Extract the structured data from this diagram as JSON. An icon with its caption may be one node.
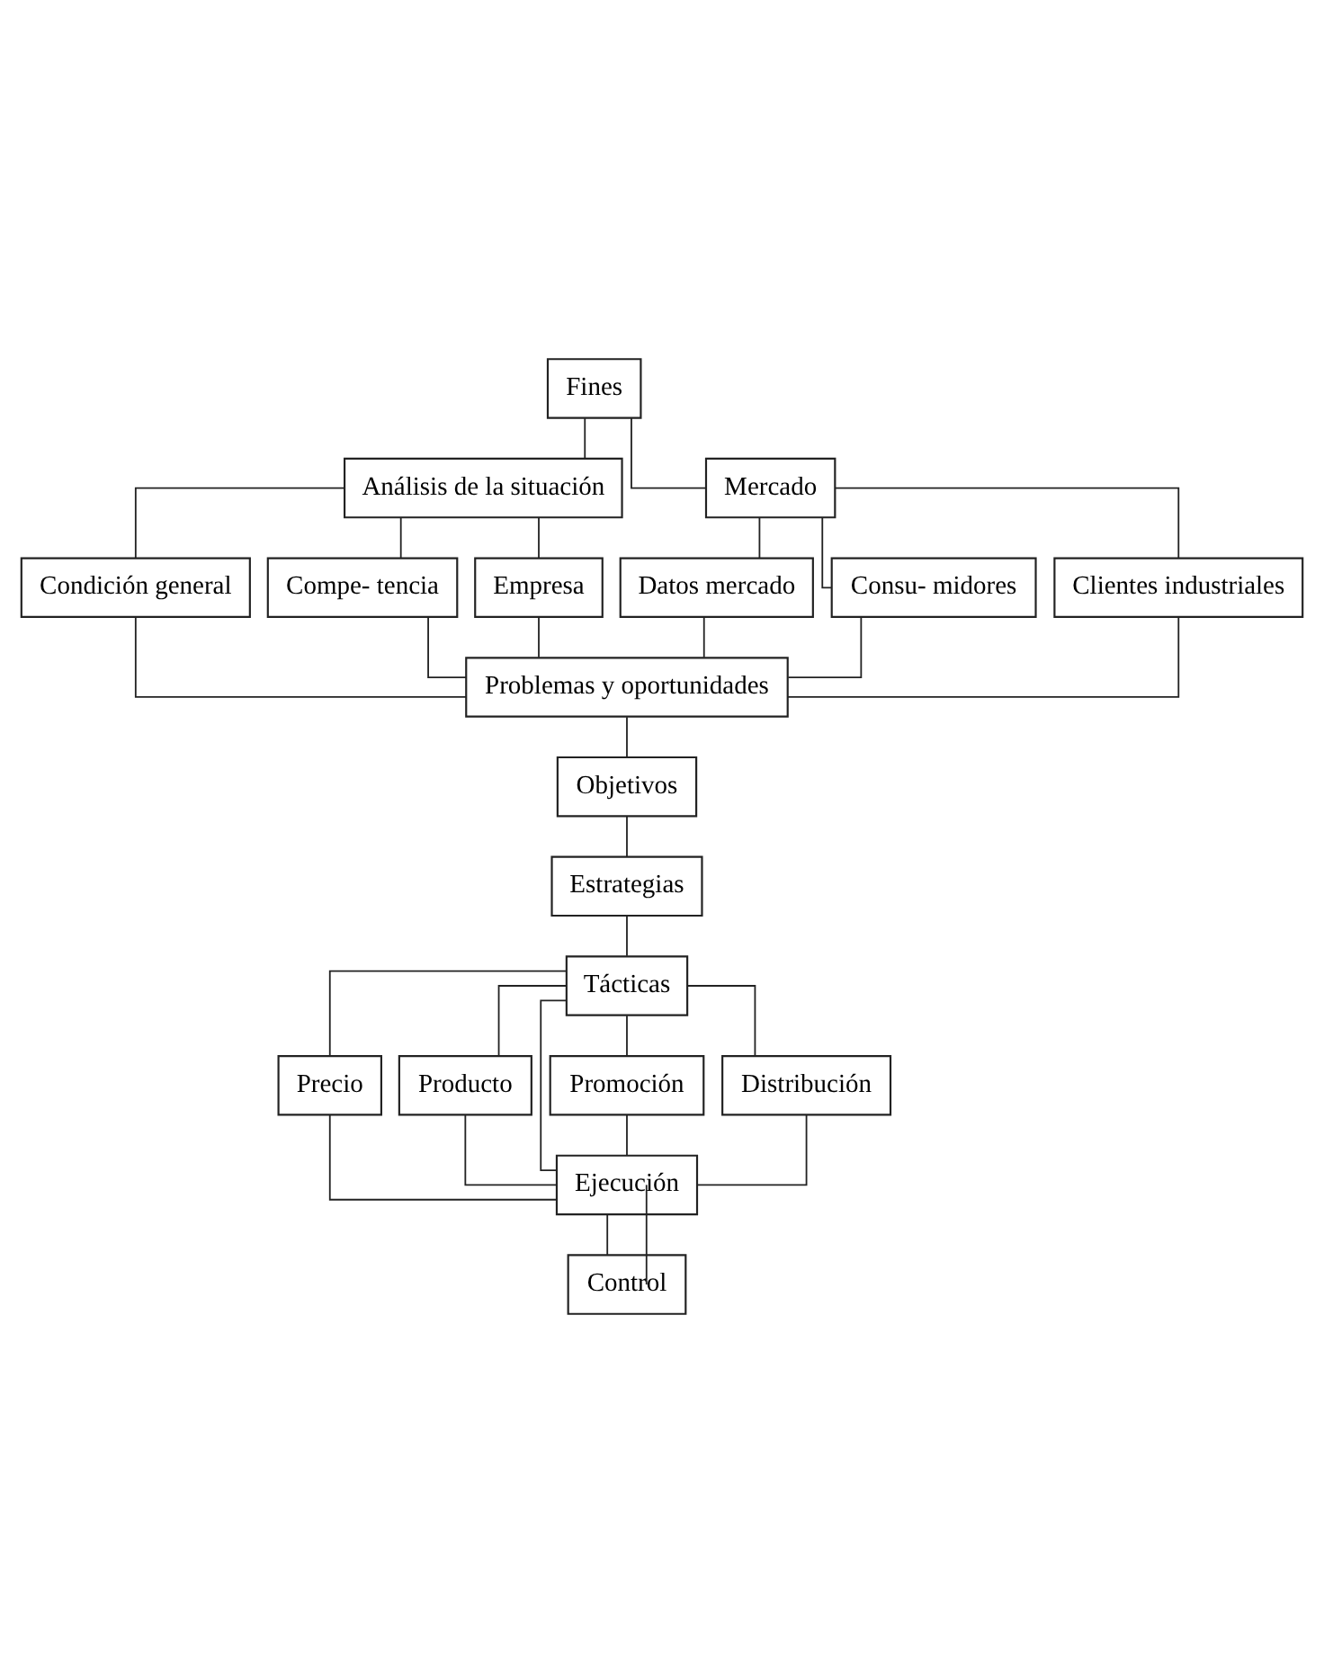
{
  "diagram": {
    "nodes": [
      {
        "text": [
          "Fines"
        ]
      },
      {
        "text": [
          "Análisis de la situación"
        ]
      },
      {
        "text": [
          "Mercado"
        ]
      },
      {
        "text": [
          "Condición general"
        ]
      },
      {
        "text": [
          "Compe- tencia"
        ]
      },
      {
        "text": [
          "Empresa"
        ]
      },
      {
        "text": [
          "Datos mercado"
        ]
      },
      {
        "text": [
          "Consu- midores"
        ]
      },
      {
        "text": [
          "Clientes industriales"
        ]
      },
      {
        "text": [
          "Problemas y oportunidades"
        ]
      },
      {
        "text": [
          "Objetivos"
        ]
      },
      {
        "text": [
          "Estrategias"
        ]
      },
      {
        "text": [
          "Tácticas"
        ]
      },
      {
        "text": [
          "Precio"
        ]
      },
      {
        "text": [
          "Producto"
        ]
      },
      {
        "text": [
          "Promoción"
        ]
      },
      {
        "text": [
          "Distribución"
        ]
      },
      {
        "text": [
          "Ejecución"
        ]
      },
      {
        "text": [
          "Control"
        ]
      }
    ],
    "edges": [
      {
        "from": 0,
        "to": 1,
        "arrow": "none"
      },
      {
        "from": 0,
        "to": 2,
        "arrow": "none"
      },
      {
        "from": 1,
        "to": 3,
        "arrow": "none"
      },
      {
        "from": 1,
        "to": 4,
        "arrow": "none"
      },
      {
        "from": 1,
        "to": 5,
        "arrow": "none"
      },
      {
        "from": 2,
        "to": 6,
        "arrow": "none"
      },
      {
        "from": 2,
        "to": 7,
        "arrow": "none"
      },
      {
        "from": 2,
        "to": 8,
        "arrow": "none"
      },
      {
        "from": 3,
        "to": 9,
        "arrow": "none"
      },
      {
        "from": 4,
        "to": 9,
        "arrow": "none"
      },
      {
        "from": 5,
        "to": 9,
        "arrow": "none"
      },
      {
        "from": 6,
        "to": 9,
        "arrow": "none"
      },
      {
        "from": 7,
        "to": 9,
        "arrow": "none"
      },
      {
        "from": 8,
        "to": 9,
        "arrow": "none"
      },
      {
        "from": 9,
        "to": 10,
        "arrow": "none"
      },
      {
        "from": 10,
        "to": 11,
        "arrow": "none"
      },
      {
        "from": 11,
        "to": 12,
        "arrow": "none"
      },
      {
        "from": 12,
        "to": 13,
        "arrow": "none"
      },
      {
        "from": 12,
        "to": 14,
        "arrow": "none"
      },
      {
        "from": 12,
        "to": 15,
        "arrow": "none"
      },
      {
        "from": 12,
        "to": 16,
        "arrow": "none"
      },
      {
        "from": 12,
        "to": 17,
        "arrow": "none"
      },
      {
        "from": 13,
        "to": 17,
        "arrow": "none"
      },
      {
        "from": 14,
        "to": 17,
        "arrow": "none"
      },
      {
        "from": 15,
        "to": 17,
        "arrow": "none"
      },
      {
        "from": 16,
        "to": 17,
        "arrow": "none"
      },
      {
        "from": 17,
        "to": 18,
        "arrow": "none"
      },
      {
        "from": 18,
        "to": 17,
        "arrow": "none"
      }
    ]
  }
}
